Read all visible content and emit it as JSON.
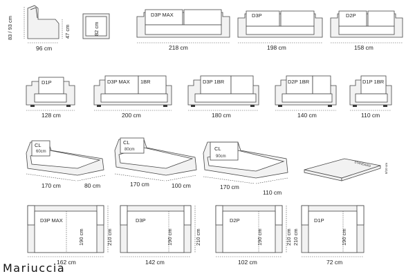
{
  "side": {
    "height": "83 / 93 cm",
    "seat": "47 cm",
    "width": "96 cm"
  },
  "armrest": {
    "depth": "82 cm"
  },
  "row1": [
    {
      "label": "D3P MAX",
      "width": "218 cm"
    },
    {
      "label": "D3P",
      "width": "198 cm"
    },
    {
      "label": "D2P",
      "width": "158 cm"
    }
  ],
  "row2": [
    {
      "label": "D1P",
      "width": "128 cm"
    },
    {
      "label_a": "D3P MAX",
      "label_b": "1BR",
      "width": "200 cm"
    },
    {
      "label": "D3P 1BR",
      "width": "180 cm"
    },
    {
      "label": "D2P 1BR",
      "width": "140 cm"
    },
    {
      "label": "D1P 1BR",
      "width": "110 cm"
    }
  ],
  "row3": [
    {
      "label": "CL",
      "sub": "60cm",
      "w1": "170 cm",
      "w2": "80 cm"
    },
    {
      "label": "CL",
      "sub": "80cm",
      "w1": "170 cm",
      "w2": "100 cm"
    },
    {
      "label": "CL",
      "sub": "90cm",
      "w1": "170 cm",
      "w2": "110 cm"
    }
  ],
  "standard": {
    "label": "STANDARD",
    "dim": "8/10 cm"
  },
  "row4": [
    {
      "label": "D3P MAX",
      "bed": "190 cm",
      "open": "210 cm",
      "width": "162 cm"
    },
    {
      "label": "D3P",
      "bed": "190 cm",
      "open": "210 cm",
      "width": "142 cm"
    },
    {
      "label": "D2P",
      "bed": "190 cm",
      "open": "210 cm",
      "width": "102 cm"
    },
    {
      "label": "D1P",
      "bed": "190 cm",
      "open": "210 cm",
      "width": "72 cm"
    }
  ],
  "brand": "Mariuccia"
}
